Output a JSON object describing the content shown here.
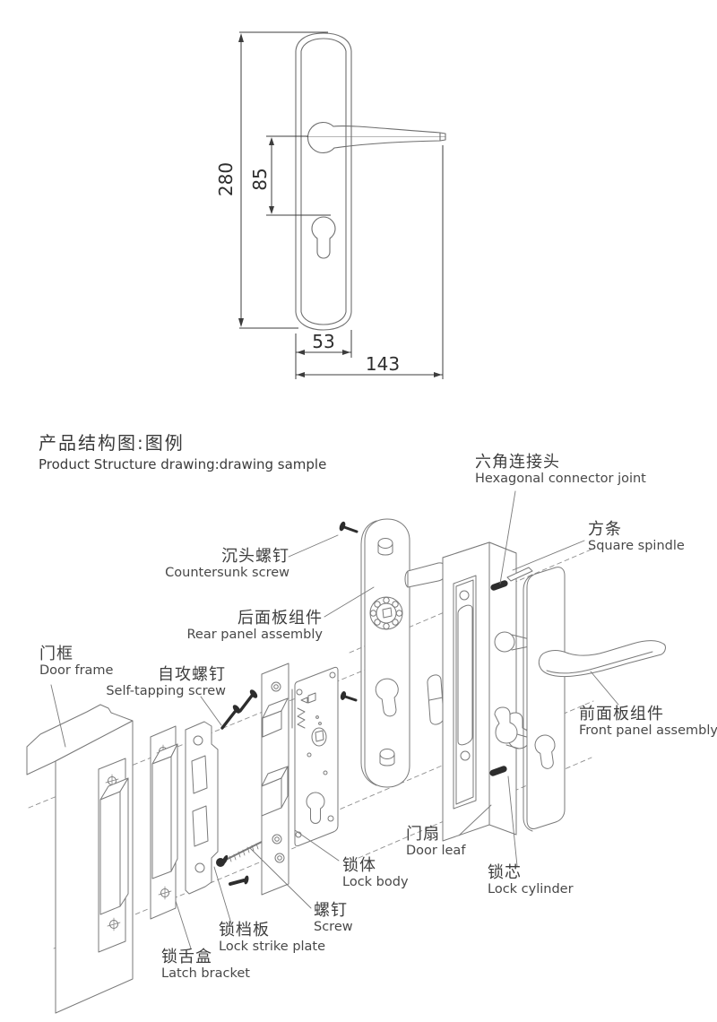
{
  "title": {
    "zh": "产品结构图:图例",
    "en": "Product Structure drawing:drawing sample"
  },
  "dimension_drawing": {
    "plate_height": "280",
    "handle_to_keyhole": "85",
    "plate_width": "53",
    "total_width": "143"
  },
  "colors": {
    "line": "#7a7a7a",
    "dim_line": "#3c3c3c",
    "dark_part": "#2d2d2d",
    "text": "#3e3e3e"
  },
  "parts": [
    {
      "id": "hexagonal-connector-joint",
      "zh": "六角连接头",
      "en": "Hexagonal connector joint"
    },
    {
      "id": "square-spindle",
      "zh": "方条",
      "en": "Square spindle"
    },
    {
      "id": "countersunk-screw",
      "zh": "沉头螺钉",
      "en": "Countersunk screw"
    },
    {
      "id": "rear-panel-assembly",
      "zh": "后面板组件",
      "en": "Rear panel assembly"
    },
    {
      "id": "door-frame",
      "zh": "门框",
      "en": "Door frame"
    },
    {
      "id": "self-tapping-screw",
      "zh": "自攻螺钉",
      "en": "Self-tapping screw"
    },
    {
      "id": "front-panel-assembly",
      "zh": "前面板组件",
      "en": "Front panel assembly"
    },
    {
      "id": "door-leaf",
      "zh": "门扇",
      "en": "Door leaf"
    },
    {
      "id": "lock-body",
      "zh": "锁体",
      "en": "Lock body"
    },
    {
      "id": "lock-cylinder",
      "zh": "锁芯",
      "en": "Lock cylinder"
    },
    {
      "id": "screw",
      "zh": "螺钉",
      "en": "Screw"
    },
    {
      "id": "lock-strike-plate",
      "zh": "锁档板",
      "en": "Lock strike plate"
    },
    {
      "id": "latch-bracket",
      "zh": "锁舌盒",
      "en": "Latch bracket"
    }
  ]
}
